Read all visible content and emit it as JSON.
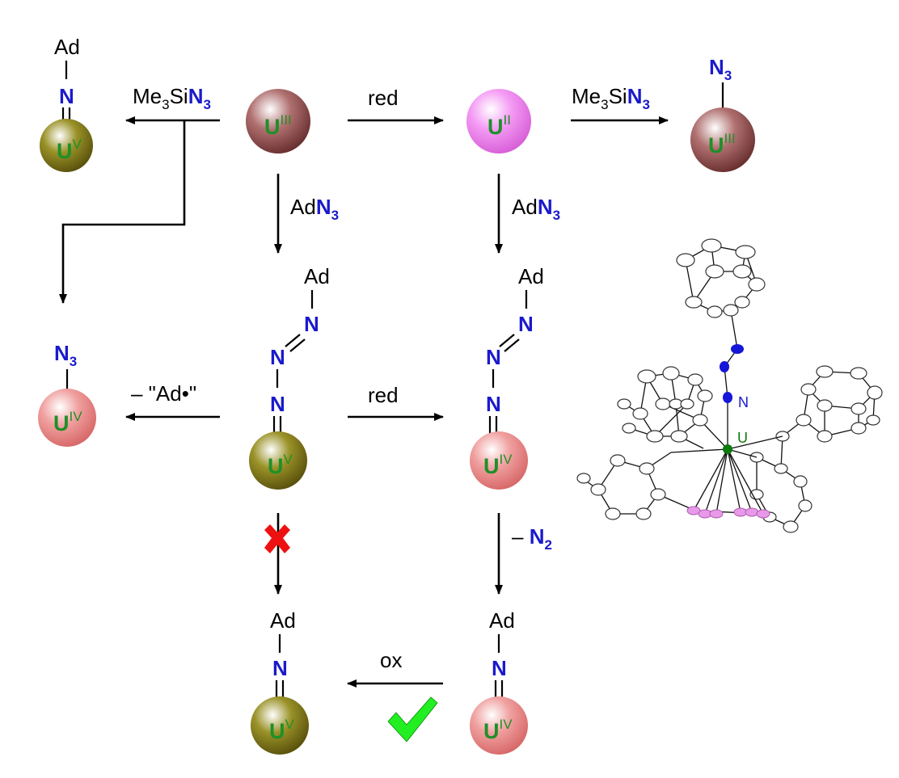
{
  "colors": {
    "u3": "#8a4a4a",
    "u2": "#e878e8",
    "u4": "#ec8a86",
    "u5": "#7c7418",
    "u_label": "#1f8f2a",
    "nitrogen": "#1a1acc",
    "cross": "#ee1111",
    "check": "#22ee22",
    "ortep_n": "#1616d8",
    "ortep_u": "#0b7a0b",
    "ortep_c_pink": "#e999e9"
  },
  "labels": {
    "ad": "Ad",
    "n": "N",
    "n3": "N",
    "n3_sub": "3",
    "u": "U",
    "ox_III": "III",
    "ox_II": "II",
    "ox_IV": "IV",
    "ox_V": "V"
  },
  "reagents": {
    "me3si_prefix": "Me",
    "me3si_sub": "3",
    "me3si_si": "Si",
    "me3si_n": "N",
    "me3si_nsub": "3",
    "red": "red",
    "adn3_prefix": "Ad",
    "adn3_n": "N",
    "adn3_sub": "3",
    "minus_ad": "– \"Ad•\"",
    "minus_n2": "– ",
    "n2_n": "N",
    "n2_sub": "2",
    "ox": "ox"
  },
  "crystal": {
    "n_label": "N",
    "u_label": "U"
  },
  "icons": {
    "fail": "cross-mark-icon",
    "success": "check-mark-icon"
  }
}
